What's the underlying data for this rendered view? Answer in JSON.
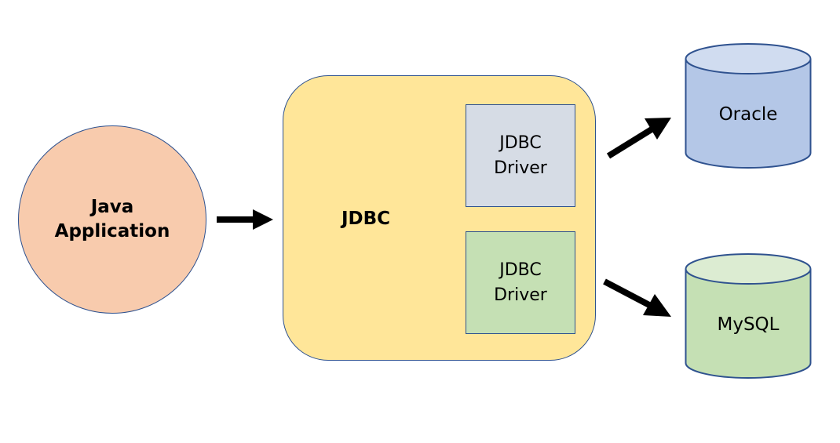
{
  "diagram": {
    "java_app": {
      "label": "Java\nApplication"
    },
    "jdbc": {
      "label": "JDBC"
    },
    "drivers": [
      {
        "label": "JDBC\nDriver"
      },
      {
        "label": "JDBC\nDriver"
      }
    ],
    "databases": [
      {
        "label": "Oracle"
      },
      {
        "label": "MySQL"
      }
    ]
  },
  "colors": {
    "java_fill": "#f8cbad",
    "jdbc_fill": "#ffe699",
    "driver_top_fill": "#d6dce5",
    "driver_bottom_fill": "#c5e0b4",
    "oracle_fill": "#b4c7e7",
    "mysql_fill": "#c5e0b4",
    "outline": "#2f528f"
  }
}
